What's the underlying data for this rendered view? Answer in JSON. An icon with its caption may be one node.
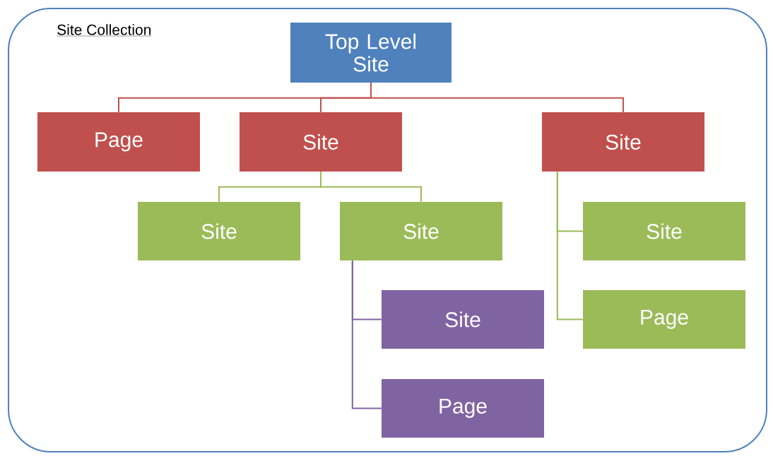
{
  "diagram": {
    "nodes": [
      {
        "text": [
          "Site Collection"
        ]
      },
      {
        "text": [
          "Top Level Site"
        ],
        "in": 0
      },
      {
        "text": [
          "Page"
        ],
        "in": 0
      },
      {
        "text": [
          "Site"
        ],
        "in": 0
      },
      {
        "text": [
          "Site"
        ],
        "in": 0
      },
      {
        "text": [
          "Site"
        ],
        "in": 0
      },
      {
        "text": [
          "Site"
        ],
        "in": 0
      },
      {
        "text": [
          "Site"
        ],
        "in": 0
      },
      {
        "text": [
          "Site"
        ],
        "in": 0
      },
      {
        "text": [
          "Page"
        ],
        "in": 0
      },
      {
        "text": [
          "Page"
        ],
        "in": 0
      }
    ],
    "edges": [
      {
        "from": 1,
        "to": 2,
        "arrow": "none",
        "color": "#c0504d"
      },
      {
        "from": 1,
        "to": 3,
        "arrow": "none",
        "color": "#c0504d"
      },
      {
        "from": 1,
        "to": 4,
        "arrow": "none",
        "color": "#c0504d"
      },
      {
        "from": 3,
        "to": 5,
        "arrow": "none",
        "color": "#9bbb59"
      },
      {
        "from": 3,
        "to": 6,
        "arrow": "none",
        "color": "#9bbb59"
      },
      {
        "from": 6,
        "to": 7,
        "arrow": "none",
        "color": "#8064a2"
      },
      {
        "from": 6,
        "to": 9,
        "arrow": "none",
        "color": "#8064a2"
      },
      {
        "from": 4,
        "to": 8,
        "arrow": "none",
        "color": "#9bbb59"
      },
      {
        "from": 4,
        "to": 10,
        "arrow": "none",
        "color": "#9bbb59"
      }
    ]
  }
}
